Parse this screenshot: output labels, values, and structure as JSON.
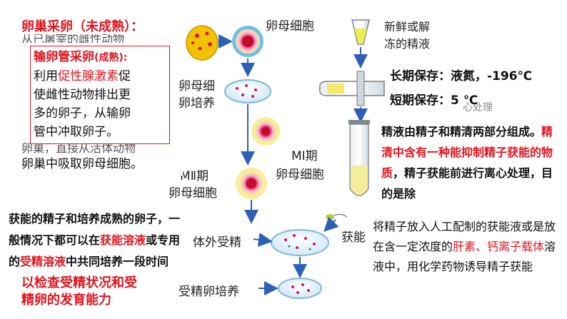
{
  "diagram": {
    "oocyte_label": "卵母细胞",
    "oocyte_culture_partial_1": "卵母细",
    "oocyte_culture_partial_2": "卵培养",
    "mi_label_1": "MⅠ期",
    "mi_label_2": "卵母细胞",
    "mii_label_1": "MⅡ期",
    "mii_label_2": "卵母细胞",
    "ivf_label": "体外受精",
    "zygote_culture_label": "受精卵培养",
    "semen_label_1": "新鲜或解",
    "semen_label_2": "冻的精液",
    "centrifuge_partial": "心处理",
    "capacitation_partial": "获能"
  },
  "ovary_box": {
    "title": "卵巢采卵（未成熟）：",
    "hidden_partial_1": "从已屠宰的雌性动物",
    "hidden_partial_2": "卵巢，直接从活体动物",
    "hidden_partial_3": "卵巢中吸取卵母细胞。"
  },
  "oviduct_box": {
    "title": "输卵管采卵",
    "title_suffix": "(成熟):",
    "line1_pre": "利用",
    "line1_hl": "促性腺激素",
    "line1_post": "促",
    "line2": "使雌性动物排出更",
    "line3": "多的卵子，从输卵",
    "line4": "管中冲取卵子。"
  },
  "storage": {
    "long_term": "长期保存：液氮，-196℃",
    "short_term": "短期保存：5 ℃"
  },
  "semen_note": {
    "seg1": "精液由精子和精清两部分组成。",
    "seg2": "精清中含有一种能抑制精子获能的物质",
    "seg3": "，精子获能前进行离心处理，目的是除"
  },
  "capacitation_note": {
    "seg1": "将精子放入人工配制的获能液或是放在含一定浓度的",
    "seg2": "肝素、钙离子载体",
    "seg3": "溶液中，用化学药物诱导精子获能"
  },
  "sperm_note": {
    "seg1": "获能的精子和培养成熟的卵子，一般情况下都可以在",
    "seg2": "获能溶液",
    "seg3": "或专用的",
    "seg4": "受精溶液",
    "seg5": "中",
    "seg6": "共同培养一段时间"
  },
  "overlay_red": {
    "line1": "以检查受精状况和受",
    "line2": "精卵的发育能力"
  },
  "colors": {
    "arrow_blue": "#2e5fb7",
    "highlight_red": "#e0141e",
    "oocyte_red": "#d4145a"
  }
}
